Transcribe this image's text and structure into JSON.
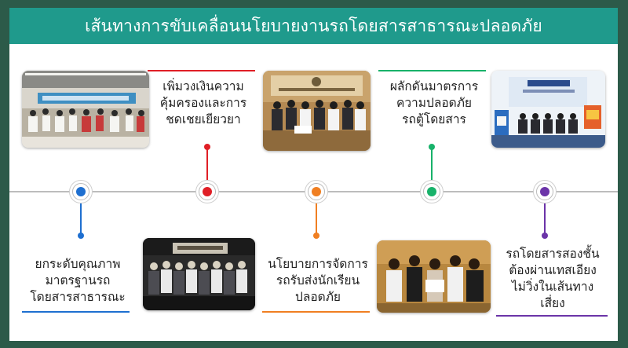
{
  "title": "เส้นทางการขับเคลื่อนนโยบายงานรถโดยสารสาธารณะปลอดภัย",
  "colors": {
    "frame_bg": "#2c5a49",
    "title_bar": "#1f9a8c",
    "blue": "#1e6fd0",
    "red": "#e01f26",
    "orange": "#f07f22",
    "green": "#18b26a",
    "purple": "#6b34a8"
  },
  "milestones": [
    {
      "color": "blue",
      "position": "below",
      "lines": [
        "ยกระดับคุณภาพ",
        "มาตรฐานรถ",
        "โดยสารสาธารณะ"
      ]
    },
    {
      "color": "red",
      "position": "above",
      "lines": [
        "เพิ่มวงเงินความ",
        "คุ้มครองและการ",
        "ชดเชยเยียวยา"
      ]
    },
    {
      "color": "orange",
      "position": "below",
      "lines": [
        "นโยบายการจัดการ",
        "รถรับส่งนักเรียน",
        "ปลอดภัย"
      ]
    },
    {
      "color": "green",
      "position": "above",
      "lines": [
        "ผลักดันมาตรการ",
        "ความปลอดภัย",
        "รถตู้โดยสาร"
      ]
    },
    {
      "color": "purple",
      "position": "below",
      "lines": [
        "รถโดยสารสองชั้น",
        "ต้องผ่านเทสเอียง",
        "ไม่วิ่งในเส้นทาง",
        "เสี่ยง"
      ]
    }
  ],
  "photos": [
    {
      "name": "photo-meeting-banner"
    },
    {
      "name": "photo-officials-table"
    },
    {
      "name": "photo-stage-group"
    },
    {
      "name": "photo-conference-hall"
    },
    {
      "name": "photo-group-certificate"
    }
  ]
}
